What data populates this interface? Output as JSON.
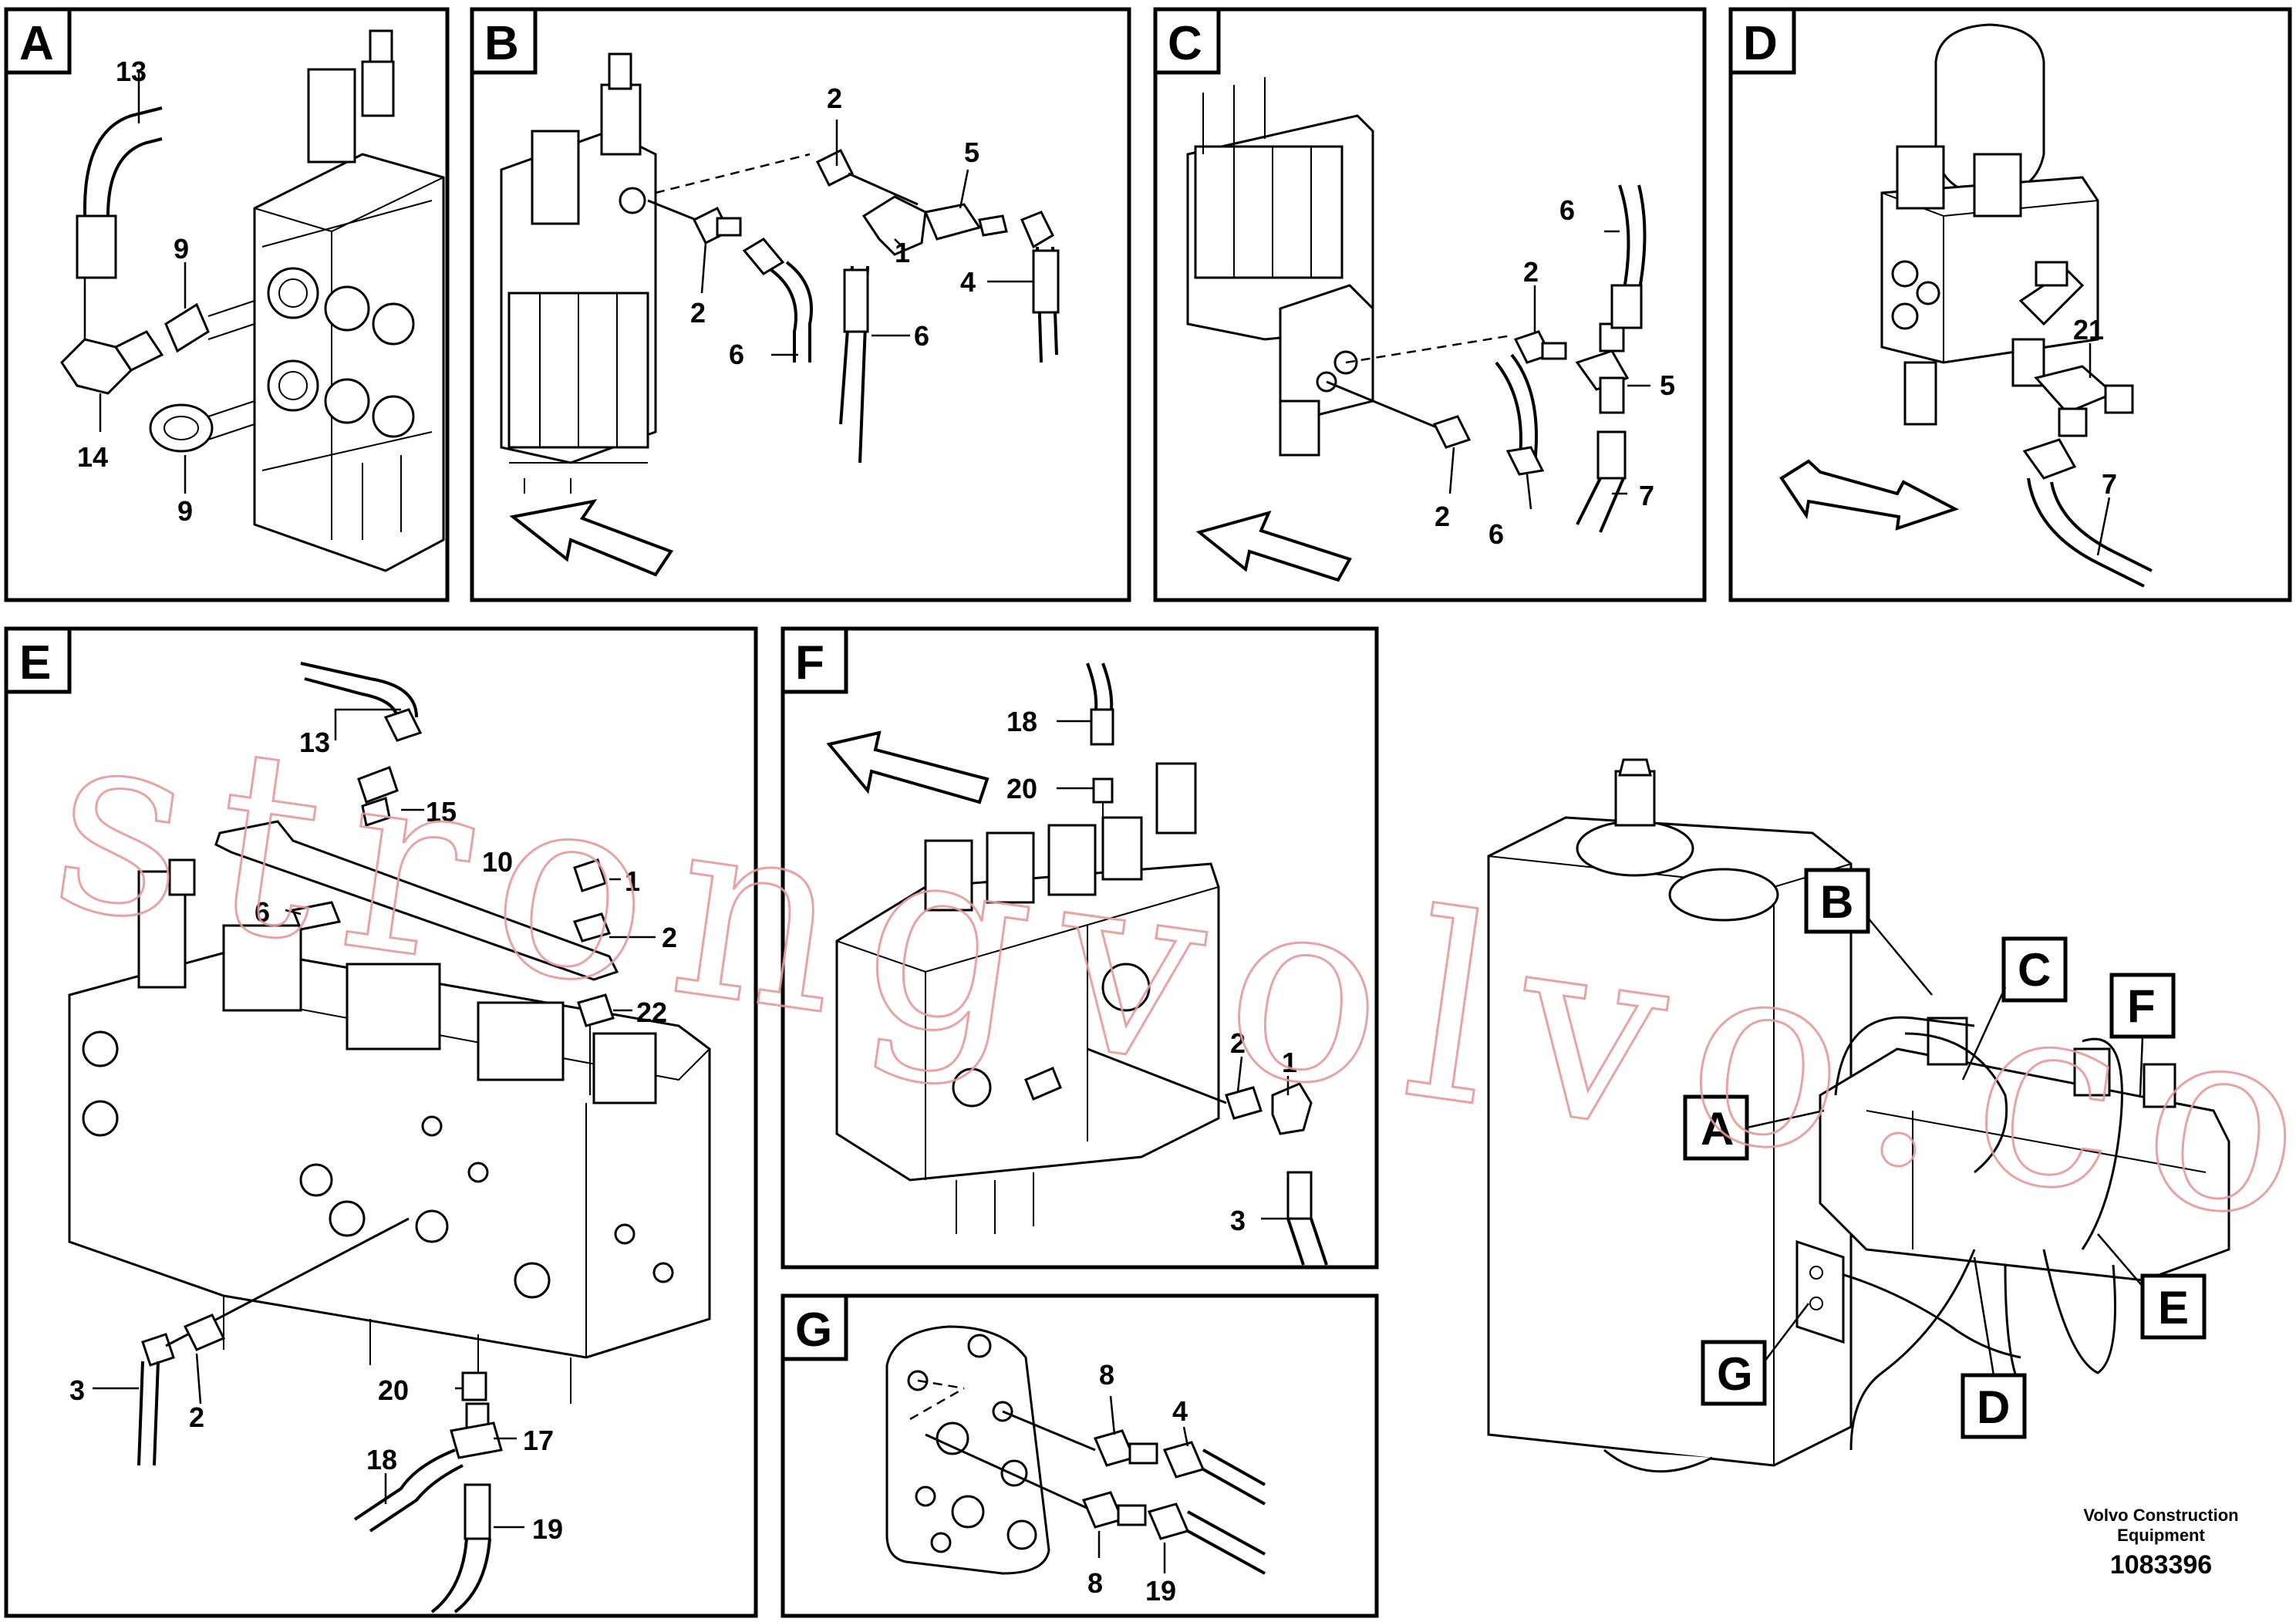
{
  "panels": [
    {
      "letter": "A",
      "labels": [
        "13",
        "9",
        "14",
        "9"
      ]
    },
    {
      "letter": "B",
      "labels": [
        "2",
        "5",
        "1",
        "4",
        "2",
        "6",
        "6"
      ]
    },
    {
      "letter": "C",
      "labels": [
        "6",
        "2",
        "5",
        "2",
        "6",
        "7"
      ]
    },
    {
      "letter": "D",
      "labels": [
        "21",
        "7"
      ]
    },
    {
      "letter": "E",
      "labels": [
        "13",
        "15",
        "10",
        "6",
        "1",
        "2",
        "22",
        "3",
        "2",
        "20",
        "17",
        "18",
        "19"
      ]
    },
    {
      "letter": "F",
      "labels": [
        "18",
        "20",
        "2",
        "1",
        "3"
      ]
    },
    {
      "letter": "G",
      "labels": [
        "8",
        "4",
        "8",
        "19"
      ]
    }
  ],
  "overview_callouts": [
    "B",
    "C",
    "F",
    "A",
    "E",
    "G",
    "D"
  ],
  "watermark": "strongvolvo.com",
  "credit": {
    "line1": "Volvo Construction",
    "line2": "Equipment",
    "number": "1083396"
  }
}
